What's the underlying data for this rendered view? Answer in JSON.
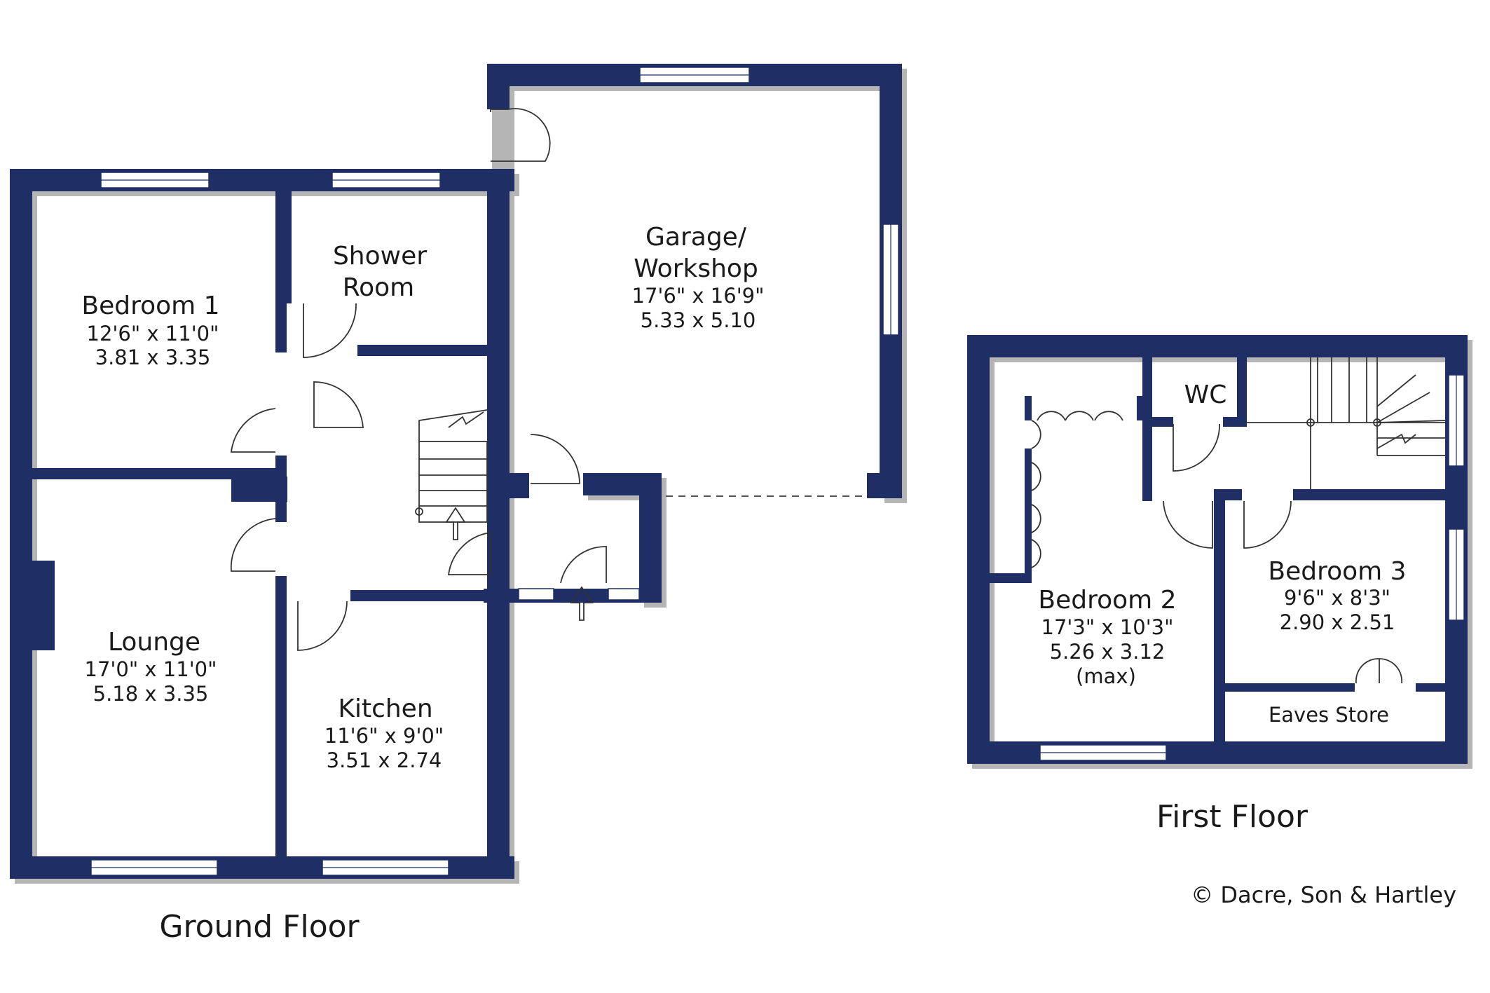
{
  "ground_floor": {
    "title": "Ground Floor",
    "bedroom1": {
      "name": "Bedroom 1",
      "imperial": "12'6\"  x  11'0\"",
      "metric": "3.81  x  3.35"
    },
    "shower_room": {
      "name_line1": "Shower",
      "name_line2": "Room"
    },
    "garage": {
      "name_line1": "Garage/",
      "name_line2": "Workshop",
      "imperial": "17'6\"  x  16'9\"",
      "metric": "5.33  x  5.10"
    },
    "lounge": {
      "name": "Lounge",
      "imperial": "17'0\"  x  11'0\"",
      "metric": "5.18  x  3.35"
    },
    "kitchen": {
      "name": "Kitchen",
      "imperial": "11'6\"  x   9'0\"",
      "metric": "3.51  x  2.74"
    }
  },
  "first_floor": {
    "title": "First Floor",
    "wc": {
      "name": "WC"
    },
    "bedroom2": {
      "name": "Bedroom 2",
      "imperial": "17'3\"  x  10'3\"",
      "metric": "5.26  x  3.12",
      "note": "(max)"
    },
    "bedroom3": {
      "name": "Bedroom 3",
      "imperial": "9'6\"  x   8'3\"",
      "metric": "2.90  x  2.51"
    },
    "eaves_store": {
      "name": "Eaves Store"
    }
  },
  "copyright": "© Dacre, Son & Hartley",
  "colors": {
    "wall": "#1f2f66",
    "shadow": "#b5b5b5",
    "background": "#ffffff"
  }
}
